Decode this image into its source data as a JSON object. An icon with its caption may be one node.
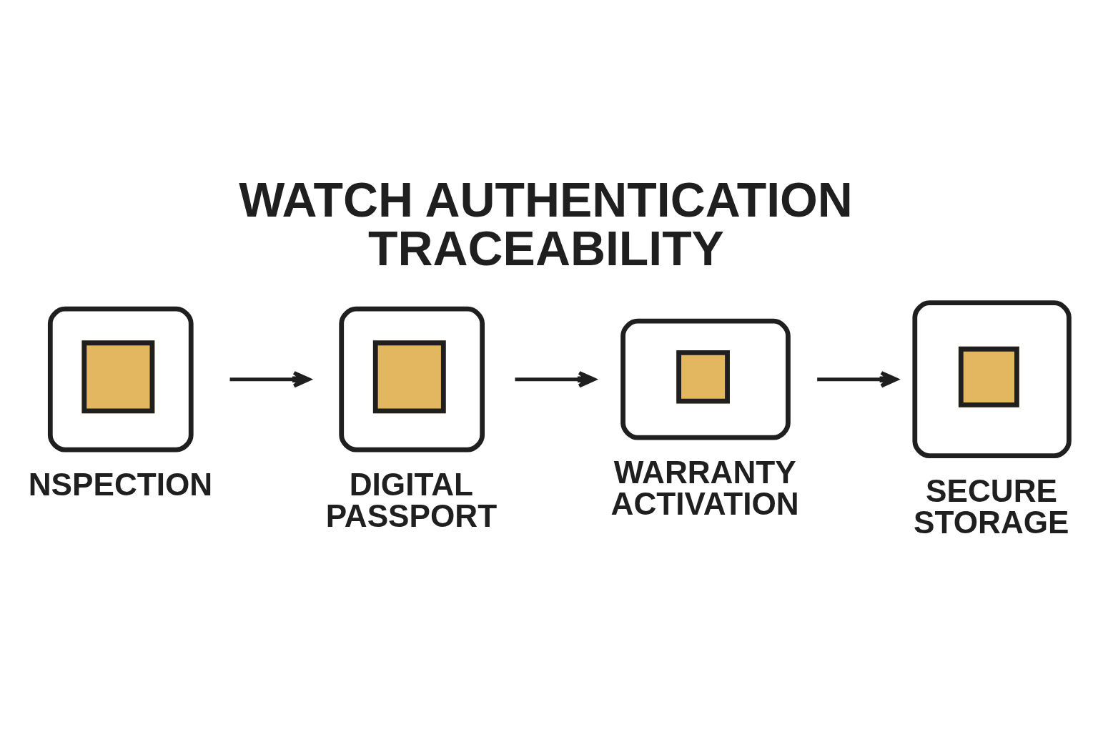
{
  "diagram": {
    "title": "WATCH AUTHENTICATION TRACEABILITY",
    "nodes": [
      {
        "text": [
          "NSPECTION"
        ]
      },
      {
        "text": [
          "DIGITAL PASSPORT"
        ]
      },
      {
        "text": [
          "WARRANTY ACTIVATION"
        ]
      },
      {
        "text": [
          "SECURE STORAGE"
        ]
      }
    ],
    "edges": [
      {
        "from": 0,
        "to": 1,
        "arrow": "to"
      },
      {
        "from": 1,
        "to": 2,
        "arrow": "to"
      },
      {
        "from": 2,
        "to": 3,
        "arrow": "to"
      }
    ]
  }
}
